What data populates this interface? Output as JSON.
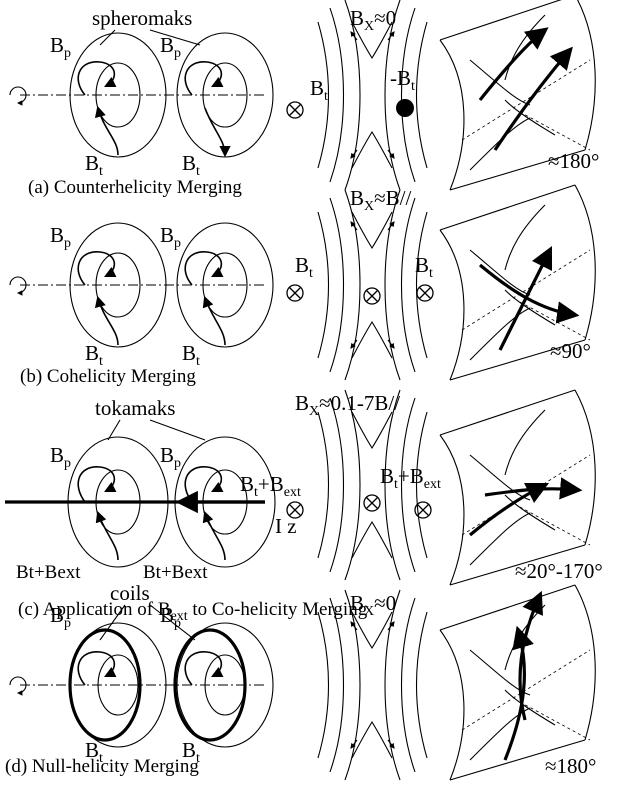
{
  "panels": [
    {
      "id": "a",
      "caption": "(a) Counterhelicity Merging",
      "group_label": "spheromaks",
      "bp_left": "B",
      "bp_left_sub": "p",
      "bp_right": "B",
      "bp_right_sub": "p",
      "bt_left": "B",
      "bt_left_sub": "t",
      "bt_right": "B",
      "bt_right_sub": "t",
      "field_label": "B",
      "field_label_sub": "X",
      "field_label_rest": "≈0",
      "side_left": "B",
      "side_left_sub": "t",
      "side_right": "-B",
      "side_right_sub": "t",
      "angle": "≈180°"
    },
    {
      "id": "b",
      "caption": "(b) Cohelicity Merging",
      "bp_left": "B",
      "bp_left_sub": "p",
      "bp_right": "B",
      "bp_right_sub": "p",
      "bt_left": "B",
      "bt_left_sub": "t",
      "bt_right": "B",
      "bt_right_sub": "t",
      "field_label": "B",
      "field_label_sub": "X",
      "field_label_rest": "≈B//",
      "side_left": "B",
      "side_left_sub": "t",
      "side_right": "B",
      "side_right_sub": "t",
      "angle": "≈90°"
    },
    {
      "id": "c",
      "caption_pre": "(c) Application of B",
      "caption_sub": "ext",
      "caption_post": " to Co-helicity Merging",
      "group_label": "tokamaks",
      "bp_left": "B",
      "bp_left_sub": "p",
      "bp_right": "B",
      "bp_right_sub": "p",
      "bt_left": "Bt+Bext",
      "bt_right": "Bt+Bext",
      "axis_label": "I z",
      "field_label": "B",
      "field_label_sub": "X",
      "field_label_rest": "≈0.1-7B//",
      "side_left_main": "B",
      "side_left_t": "t",
      "side_left_plus": "+B",
      "side_left_ext": "ext",
      "side_right_main": "B",
      "side_right_t": "t",
      "side_right_plus": "+B",
      "side_right_ext": "ext",
      "angle": "≈20°-170°"
    },
    {
      "id": "d",
      "caption": "(d) Null-helicity Merging",
      "group_label": "coils",
      "bp_left": "B",
      "bp_left_sub": "p",
      "bp_right": "B",
      "bp_right_sub": "p",
      "bt_left": "B",
      "bt_left_sub": "t",
      "bt_right": "B",
      "bt_right_sub": "t",
      "field_label": "B",
      "field_label_sub": "X",
      "field_label_rest": "≈0",
      "angle": "≈180°"
    }
  ]
}
